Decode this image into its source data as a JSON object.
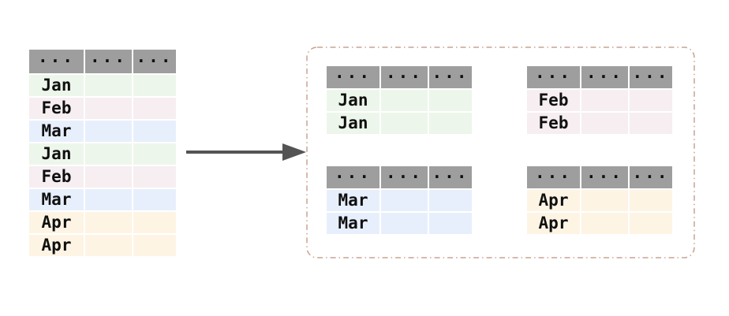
{
  "colors": {
    "header_bg": "#9e9e9e",
    "jan_row": "#edf6ea",
    "feb_row": "#f6eef1",
    "mar_row": "#e8effc",
    "apr_row": "#fdf4e4",
    "arrow": "#545454",
    "group_box_border": "#c8a493",
    "text": "#0f0f0f"
  },
  "source_table": {
    "headers": [
      "...",
      "...",
      "..."
    ],
    "rows": [
      {
        "label": "Jan",
        "group": "jan"
      },
      {
        "label": "Feb",
        "group": "feb"
      },
      {
        "label": "Mar",
        "group": "mar"
      },
      {
        "label": "Jan",
        "group": "jan"
      },
      {
        "label": "Feb",
        "group": "feb"
      },
      {
        "label": "Mar",
        "group": "mar"
      },
      {
        "label": "Apr",
        "group": "apr"
      },
      {
        "label": "Apr",
        "group": "apr"
      }
    ]
  },
  "groups": [
    {
      "name": "jan",
      "headers": [
        "...",
        "...",
        "..."
      ],
      "rows": [
        "Jan",
        "Jan"
      ]
    },
    {
      "name": "feb",
      "headers": [
        "...",
        "...",
        "..."
      ],
      "rows": [
        "Feb",
        "Feb"
      ]
    },
    {
      "name": "mar",
      "headers": [
        "...",
        "...",
        "..."
      ],
      "rows": [
        "Mar",
        "Mar"
      ]
    },
    {
      "name": "apr",
      "headers": [
        "...",
        "...",
        "..."
      ],
      "rows": [
        "Apr",
        "Apr"
      ]
    }
  ]
}
